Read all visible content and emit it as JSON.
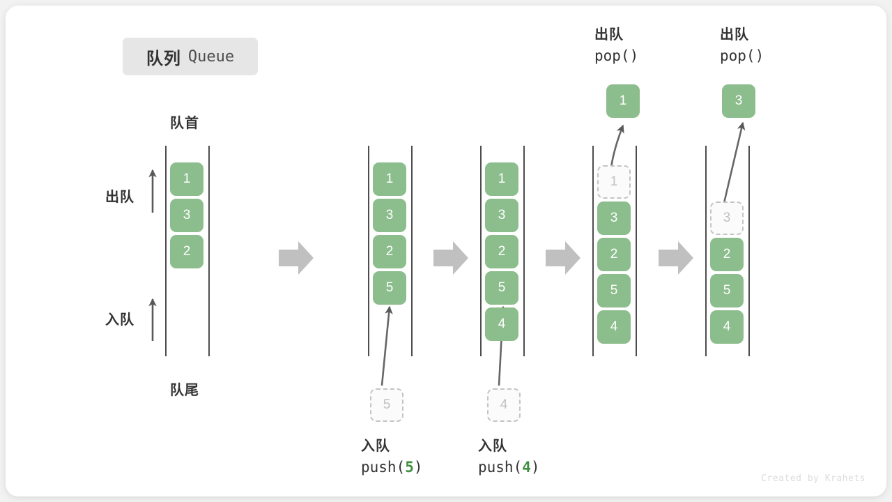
{
  "title": {
    "cn": "队列",
    "en": "Queue"
  },
  "labels": {
    "front": "队首",
    "rear": "队尾",
    "dequeue": "出队",
    "enqueue": "入队"
  },
  "colors": {
    "element_fill": "#8cbd8c",
    "element_text": "#ffffff",
    "ghost_border": "#c4c4c4",
    "ghost_text": "#c0c0c0",
    "rail": "#4d4d4d",
    "arrow": "#595959",
    "step_arrow": "#c0c0c0",
    "badge_bg": "#e6e6e6",
    "accent_number": "#3f8f3f",
    "card_bg": "#ffffff",
    "page_bg": "#f2f2f2"
  },
  "panels": [
    {
      "name": "initial-queue",
      "elements": [
        "1",
        "3",
        "2"
      ],
      "ghost": null,
      "top_label": null,
      "bottom_label": null,
      "popped": null
    },
    {
      "name": "after-push-5",
      "elements": [
        "1",
        "3",
        "2",
        "5"
      ],
      "ghost": {
        "value": "5",
        "position": "below"
      },
      "top_label": null,
      "bottom_label": {
        "cn": "入队",
        "code_prefix": "push(",
        "code_num": "5",
        "code_suffix": ")"
      },
      "popped": null
    },
    {
      "name": "after-push-4",
      "elements": [
        "1",
        "3",
        "2",
        "5",
        "4"
      ],
      "ghost": {
        "value": "4",
        "position": "below"
      },
      "top_label": null,
      "bottom_label": {
        "cn": "入队",
        "code_prefix": "push(",
        "code_num": "4",
        "code_suffix": ")"
      },
      "popped": null
    },
    {
      "name": "after-pop-1",
      "elements": [
        "3",
        "2",
        "5",
        "4"
      ],
      "ghost": {
        "value": "1",
        "position": "slot0"
      },
      "top_label": {
        "cn": "出队",
        "code": "pop()"
      },
      "bottom_label": null,
      "popped": "1"
    },
    {
      "name": "after-pop-3",
      "elements": [
        "2",
        "5",
        "4"
      ],
      "ghost": {
        "value": "3",
        "position": "slot1"
      },
      "top_label": {
        "cn": "出队",
        "code": "pop()"
      },
      "bottom_label": null,
      "popped": "3"
    }
  ],
  "step_arrows": 4,
  "watermark": "Created by Krahets"
}
